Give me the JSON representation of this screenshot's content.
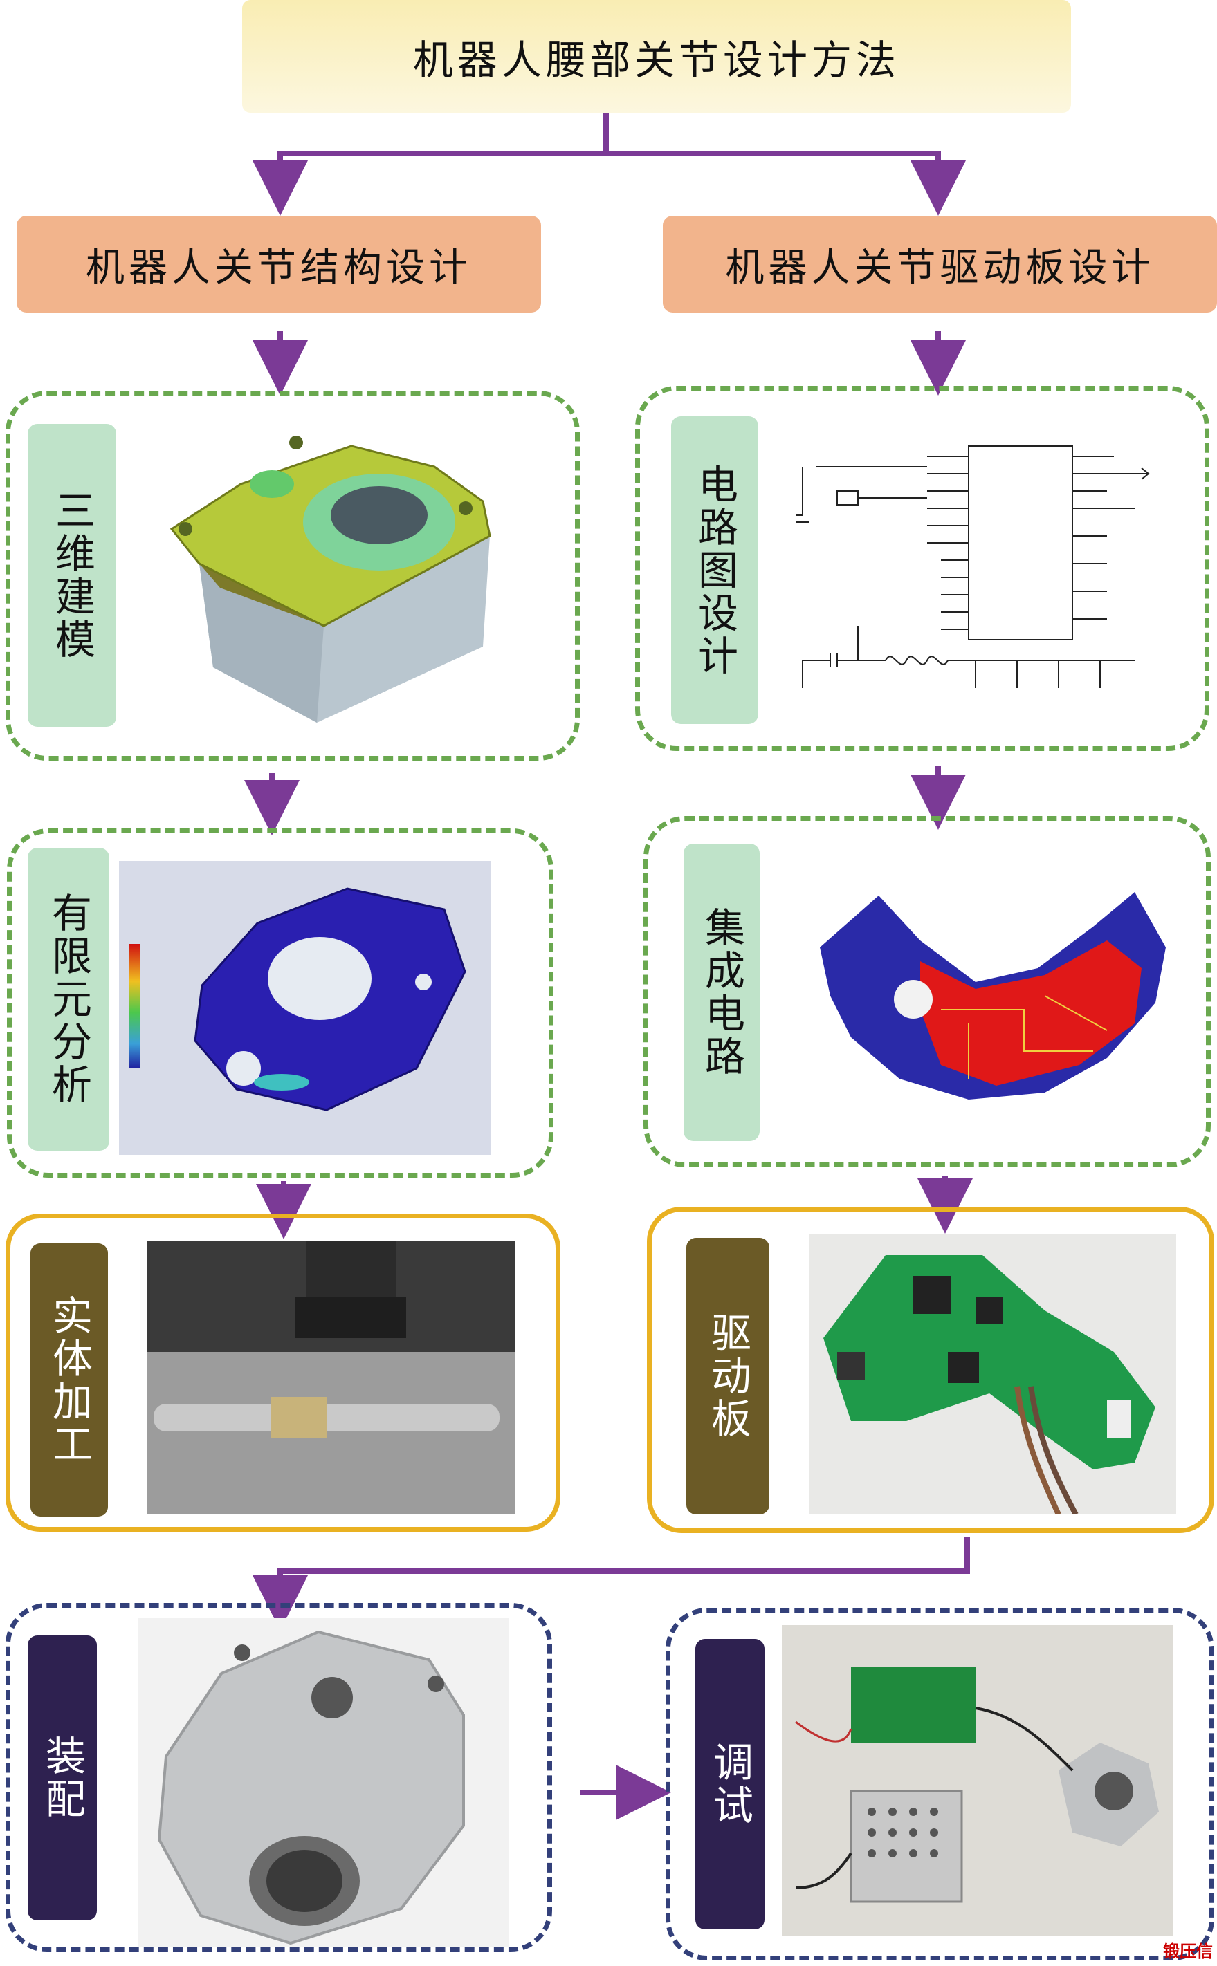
{
  "title": "机器人腰部关节设计方法",
  "branches": {
    "left": "机器人关节结构设计",
    "right": "机器人关节驱动板设计"
  },
  "steps": {
    "modeling": "三维建模",
    "fea": "有限元分析",
    "machining": "实体加工",
    "schematic": "电路图设计",
    "ic": "集成电路",
    "board": "驱动板",
    "assembly": "装配",
    "debug": "调试"
  },
  "watermark": "锻压信",
  "colors": {
    "arrow": "#7b3a96",
    "green_dash": "#6aa84f",
    "gold": "#e9b122",
    "navy_dash": "#33407a"
  }
}
